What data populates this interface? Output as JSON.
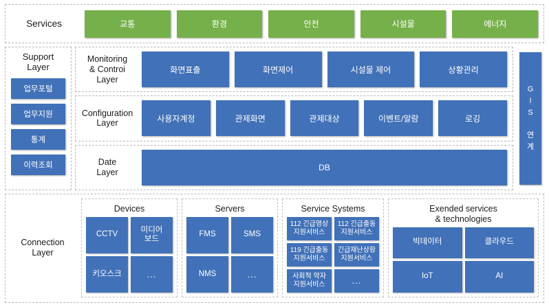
{
  "services_row": {
    "label": "Services",
    "chips": [
      {
        "label": "교통"
      },
      {
        "label": "환경"
      },
      {
        "label": "안전"
      },
      {
        "label": "시설물"
      },
      {
        "label": "에너지"
      }
    ]
  },
  "support_layer": {
    "title": "Support\nLayer",
    "buttons": [
      {
        "label": "업무포털"
      },
      {
        "label": "업무지원"
      },
      {
        "label": "통계"
      },
      {
        "label": "이력조회"
      }
    ]
  },
  "layers": [
    {
      "label": "Monitoring\n& Controi\nLayer",
      "items": [
        {
          "label": "화면표출"
        },
        {
          "label": "화면제어"
        },
        {
          "label": "시설물 제어"
        },
        {
          "label": "상황관리"
        }
      ]
    },
    {
      "label": "Configuration\nLayer",
      "items": [
        {
          "label": "사용자계정"
        },
        {
          "label": "관제화면"
        },
        {
          "label": "관제대상"
        },
        {
          "label": "이벤트/알람"
        },
        {
          "label": "로깅"
        }
      ]
    },
    {
      "label": "Date\nLayer",
      "items": [
        {
          "label": "DB"
        }
      ]
    }
  ],
  "gis": {
    "letters": [
      "G",
      "I",
      "S"
    ],
    "korean": [
      "연",
      "계"
    ]
  },
  "connection_layer": {
    "label": "Connection\nLayer",
    "groups": [
      {
        "title": "Devices",
        "cells": [
          {
            "label": "CCTV"
          },
          {
            "label": "미디어\n보드"
          },
          {
            "label": "키오스크"
          },
          {
            "label": "..."
          }
        ]
      },
      {
        "title": "Servers",
        "cells": [
          {
            "label": "FMS"
          },
          {
            "label": "SMS"
          },
          {
            "label": "NMS"
          },
          {
            "label": "..."
          }
        ]
      },
      {
        "title": "Service Systems",
        "cells": [
          {
            "label": "112 긴급영상\n지원서비스"
          },
          {
            "label": "112 긴급출동\n지원서비스"
          },
          {
            "label": "119 긴급출동\n지원서비스"
          },
          {
            "label": "긴급재난상황\n지원서비스"
          },
          {
            "label": "사회적 약자\n지원서비스"
          },
          {
            "label": "..."
          }
        ]
      },
      {
        "title": "Exended services\n& technologies",
        "cells": [
          {
            "label": "빅데이터"
          },
          {
            "label": "클라우드"
          },
          {
            "label": "IoT"
          },
          {
            "label": "AI"
          }
        ]
      }
    ]
  },
  "colors": {
    "service_green": "#76b04a",
    "box_blue": "#4171b8",
    "panel_border": "#b8b8b8",
    "text": "#1b1b1b",
    "background": "#ffffff"
  }
}
